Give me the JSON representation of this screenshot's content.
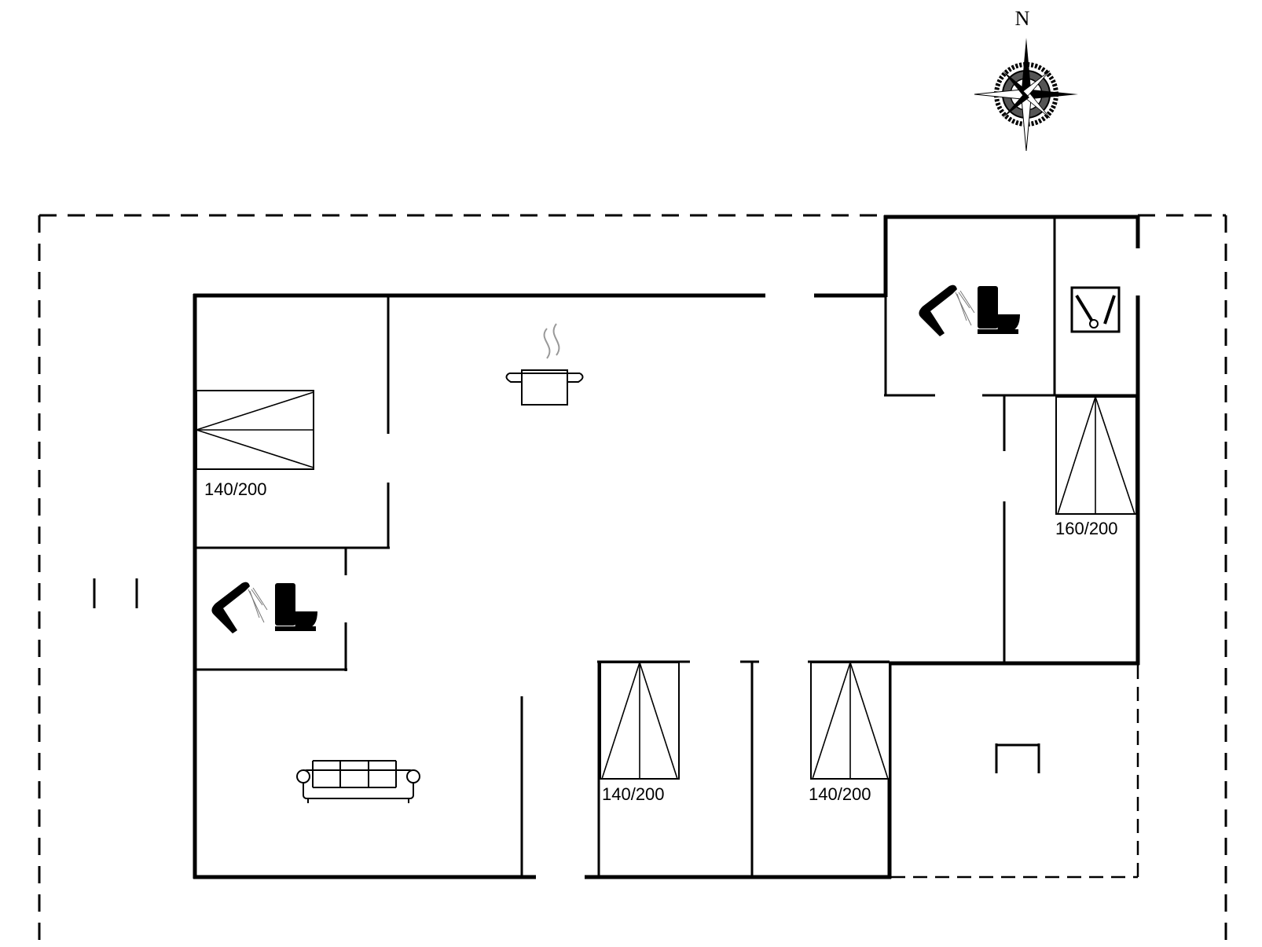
{
  "compass": {
    "north_label": "N",
    "icon": "compass-rose-icon"
  },
  "rooms": {
    "bedroom_west": {
      "bed_size": "140/200",
      "icon": "bed-icon"
    },
    "bedroom_east": {
      "bed_size": "160/200",
      "icon": "bed-icon"
    },
    "bedroom_south_1": {
      "bed_size": "140/200",
      "icon": "bed-icon"
    },
    "bedroom_south_2": {
      "bed_size": "140/200",
      "icon": "bed-icon"
    },
    "kitchen": {
      "icon": "cooking-pot-icon"
    },
    "living_room": {
      "icon": "sofa-icon"
    },
    "bathroom_west": {
      "icons": [
        "shower-icon",
        "toilet-icon"
      ]
    },
    "bathroom_northeast": {
      "icons": [
        "shower-icon",
        "toilet-icon"
      ]
    },
    "utility_room": {
      "icon": "washing-machine-icon"
    },
    "annex": {
      "icon": "table-icon"
    }
  }
}
